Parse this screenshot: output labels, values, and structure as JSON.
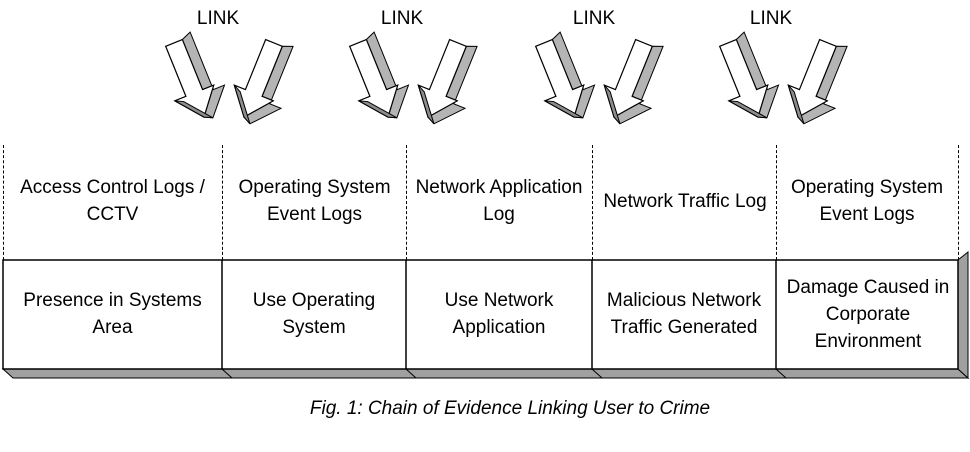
{
  "link_labels": [
    "LINK",
    "LINK",
    "LINK",
    "LINK"
  ],
  "logs": [
    "Access Control Logs / CCTV",
    "Operating System Event Logs",
    "Network Application Log",
    "Network Traffic Log",
    "Operating System Event Logs"
  ],
  "activities": [
    "Presence in Systems Area",
    "Use Operating System",
    "Use Network Application",
    "Malicious Network Traffic Generated",
    "Damage Caused in Corporate Environment"
  ],
  "caption": "Fig. 1: Chain of Evidence Linking User to Crime",
  "colors": {
    "arrow_face": "#ffffff",
    "arrow_side": "#b4b4b4",
    "arrow_dark": "#8c8c8c",
    "shadow": "#a0a0a0"
  }
}
